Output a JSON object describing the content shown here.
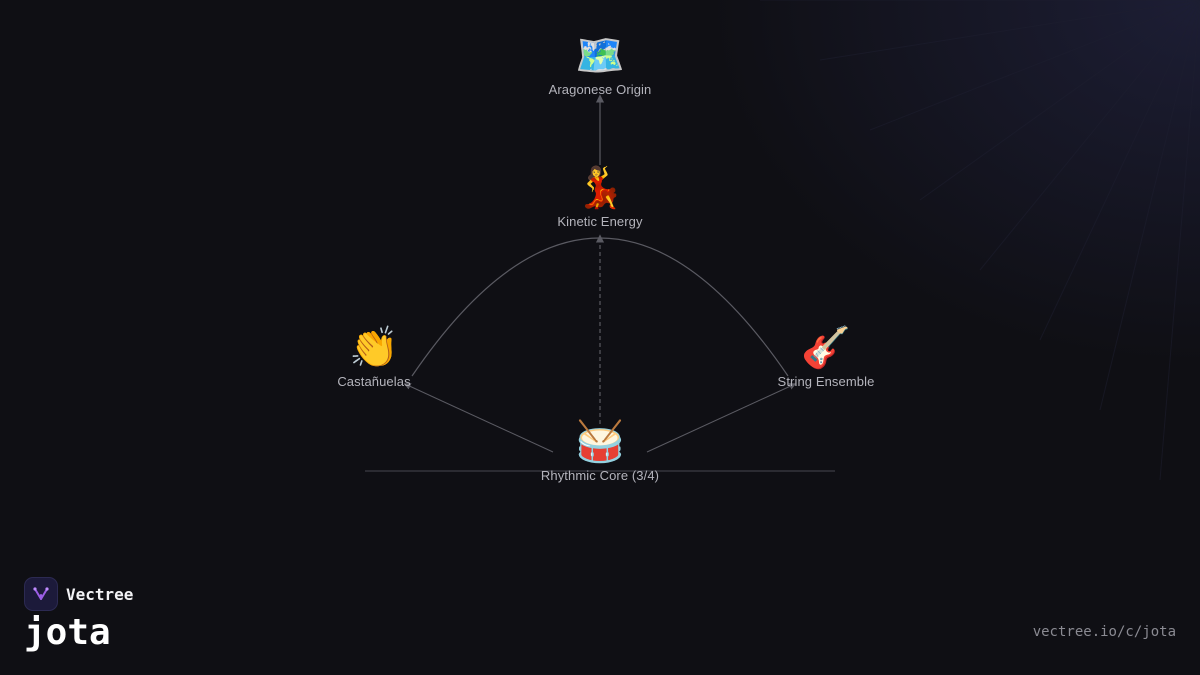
{
  "diagram": {
    "nodes": [
      {
        "id": "origin",
        "emoji": "🗺️",
        "label": "Aragonese Origin"
      },
      {
        "id": "kinetic",
        "emoji": "💃",
        "label": "Kinetic Energy"
      },
      {
        "id": "castanuelas",
        "emoji": "👏",
        "label": "Castañuelas"
      },
      {
        "id": "strings",
        "emoji": "🎸",
        "label": "String Ensemble"
      },
      {
        "id": "rhythm",
        "emoji": "🥁",
        "label": "Rhythmic Core (3/4)"
      }
    ],
    "edges": [
      {
        "from": "kinetic",
        "to": "origin"
      },
      {
        "from": "rhythm",
        "to": "kinetic"
      },
      {
        "from": "castanuelas",
        "to": "kinetic"
      },
      {
        "from": "strings",
        "to": "kinetic"
      },
      {
        "from": "rhythm",
        "to": "castanuelas"
      },
      {
        "from": "rhythm",
        "to": "strings"
      }
    ]
  },
  "brand": {
    "name": "Vectree",
    "slug": "jota",
    "url": "vectree.io/c/jota"
  },
  "colors": {
    "background": "#0f0f14",
    "edge": "#5a5a62",
    "label": "#b4b4bc",
    "logo_accent": "#9b5de5"
  }
}
